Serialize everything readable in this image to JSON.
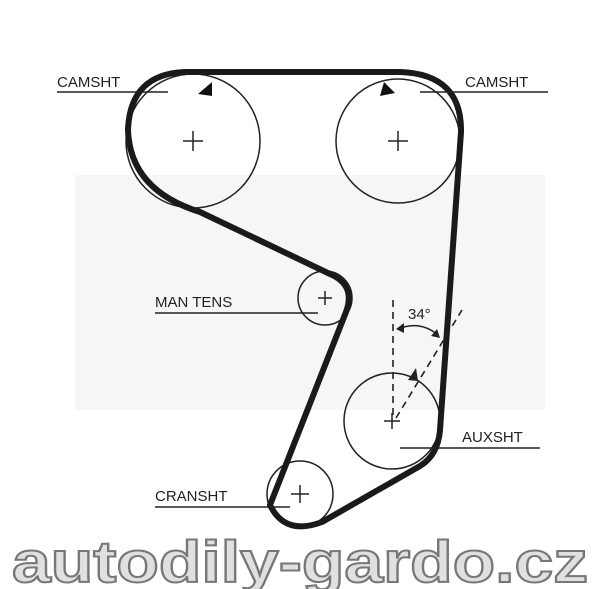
{
  "labels": {
    "camshaft_left": "CAMSHT",
    "camshaft_right": "CAMSHT",
    "manual_tensioner": "MAN TENS",
    "auxiliary_shaft": "AUXSHT",
    "crankshaft": "CRANSHT"
  },
  "angle_label": "34°",
  "watermark": "autodily-gardo.cz"
}
